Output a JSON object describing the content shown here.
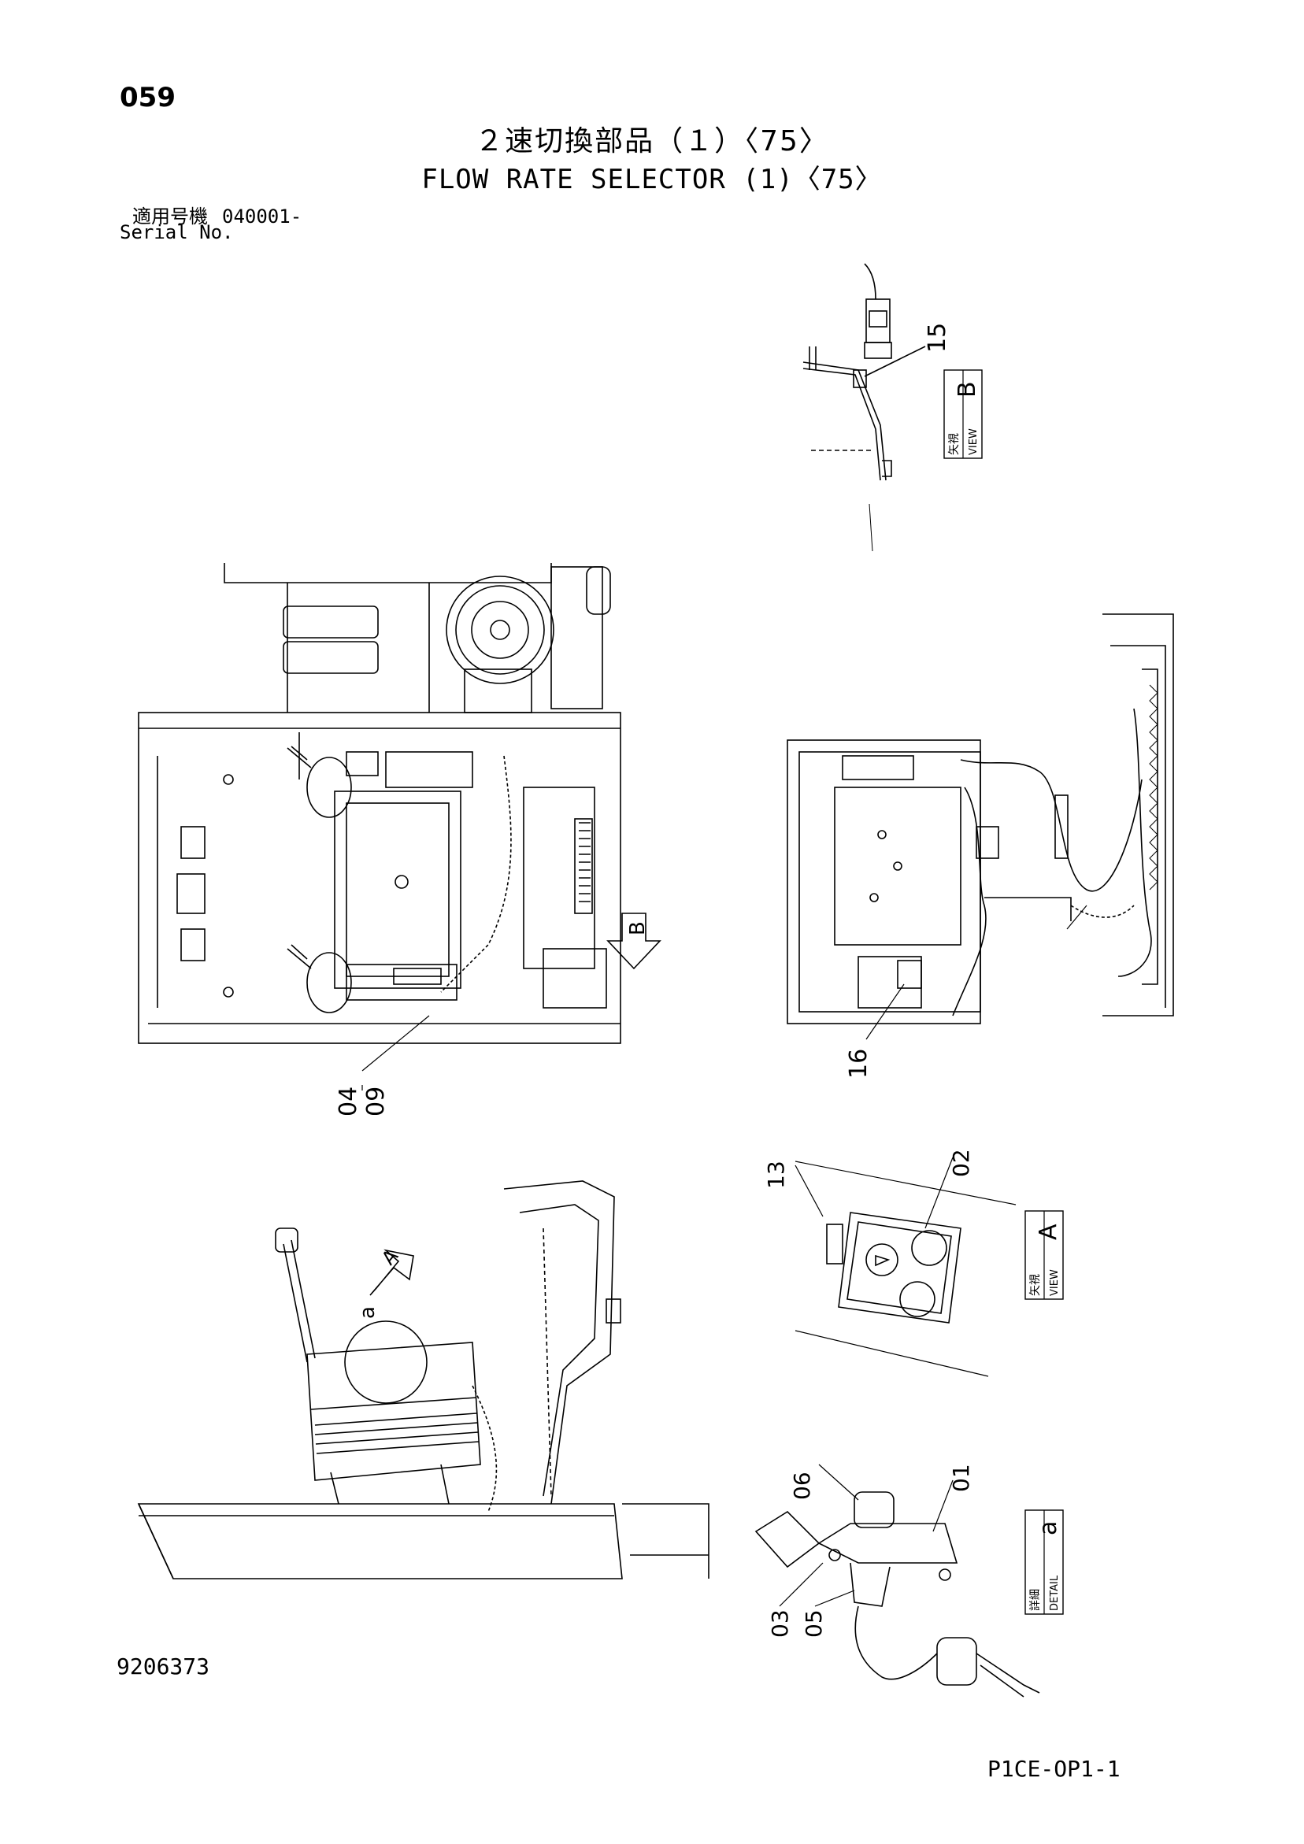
{
  "header": {
    "page_number": "059",
    "title_jp": "２速切換部品（１）〈75〉",
    "title_en": "FLOW RATE SELECTOR (1)〈75〉",
    "serial_label_jp": "適用号機",
    "serial_value": "040001-",
    "serial_label_en": "Serial No."
  },
  "callouts": {
    "c15": "15",
    "c16": "16",
    "c04": "04",
    "c09": "09",
    "c13": "13",
    "c02": "02",
    "c06": "06",
    "c01": "01",
    "c03": "03",
    "c05": "05",
    "arrow_b": "B",
    "arrow_a": "A",
    "circle_a": "a"
  },
  "view_labels": {
    "view_b_letter": "B",
    "view_b_jp": "矢視",
    "view_b_en": "VIEW",
    "view_a_letter": "A",
    "view_a_jp": "矢視",
    "view_a_en": "VIEW",
    "detail_a_letter": "a",
    "detail_a_jp": "詳細",
    "detail_a_en": "DETAIL"
  },
  "footer": {
    "document_number": "9206373",
    "sheet_code": "P1CE-OP1-1"
  }
}
